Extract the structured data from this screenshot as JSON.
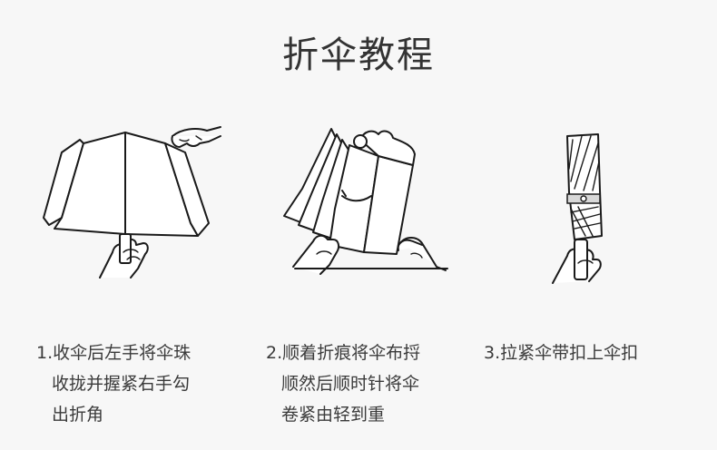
{
  "title": "折伞教程",
  "steps": [
    {
      "lines": [
        "1.收伞后左手将伞珠",
        "收拢并握紧右手勾",
        "出折角"
      ]
    },
    {
      "lines": [
        "2.顺着折痕将伞布捋",
        "顺然后顺时针将伞",
        "卷紧由轻到重"
      ]
    },
    {
      "lines": [
        "3.拉紧伞带扣上伞扣"
      ]
    }
  ],
  "illustrations": [
    {
      "icon": "open-umbrella-fold-corner-illustration"
    },
    {
      "icon": "umbrella-folding-twist-illustration"
    },
    {
      "icon": "rolled-umbrella-strap-illustration"
    }
  ]
}
